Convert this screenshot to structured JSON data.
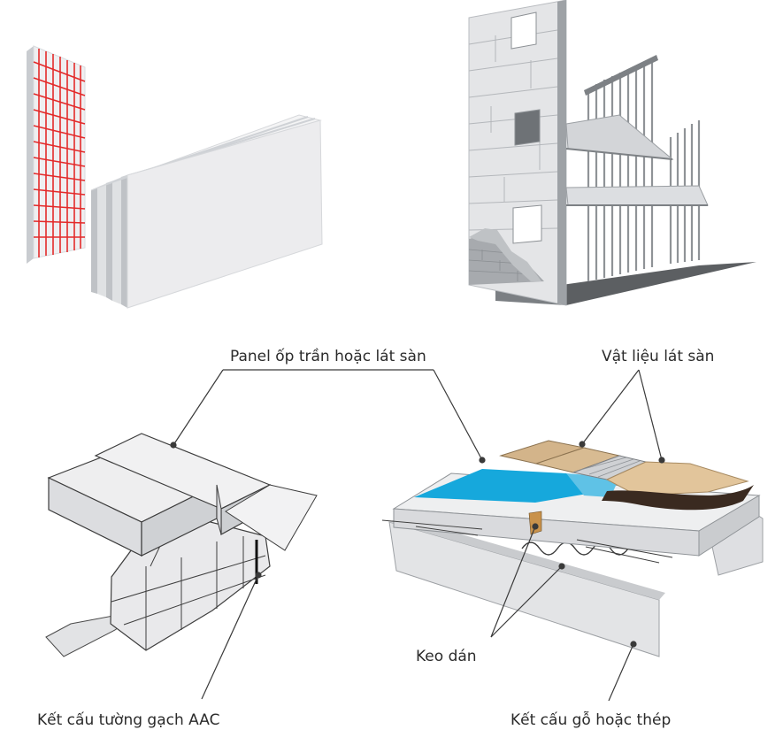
{
  "labels": {
    "ceiling_floor_panel": "Panel ốp trần hoặc lát sàn",
    "flooring_material": "Vật liệu lát sàn",
    "adhesive": "Keo dán",
    "aac_wall_structure": "Kết cấu tường gạch AAC",
    "wood_steel_structure": "Kết cấu gỗ hoặc thép"
  },
  "colors": {
    "panel_face": "#eeeeef",
    "panel_side": "#d4d6d9",
    "panel_dark": "#a9adb2",
    "mesh_red": "#e32a2a",
    "glue_blue": "#16a8dc",
    "tile_tan": "#d3b48a",
    "tile_wood": "#e2c59b",
    "dark_brown": "#3a2a20",
    "line": "#3a3a3a"
  }
}
